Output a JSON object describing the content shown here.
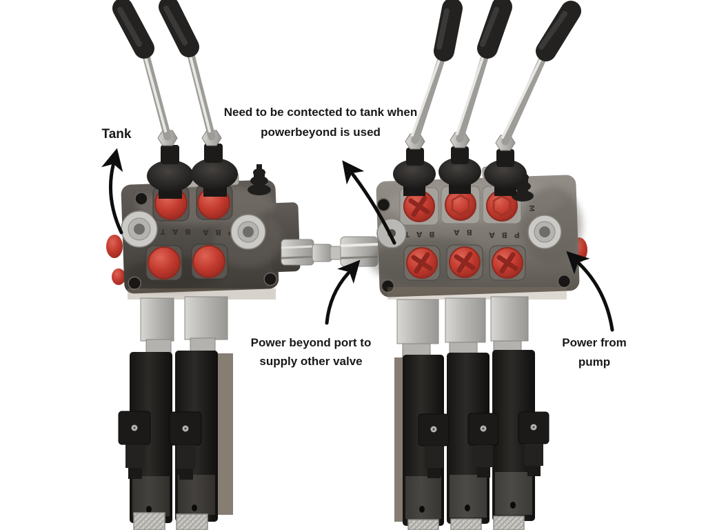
{
  "figure": {
    "annotations": {
      "tank": {
        "text": "Tank"
      },
      "tank_connection": {
        "text": "Need to be contected to tank when powerbeyond is used",
        "lines": [
          "Need to be contected to tank when",
          "powerbeyond is used"
        ]
      },
      "power_beyond": {
        "text": "Power beyond port to supply other valve",
        "lines": [
          "Power beyond port to",
          "supply other valve"
        ]
      },
      "power_from_pump": {
        "text": "Power from pump",
        "lines": [
          "Power from",
          "pump"
        ]
      }
    },
    "left_valve": {
      "spool_count": 2,
      "port_markings": [
        "B A T",
        "P B A"
      ]
    },
    "right_valve": {
      "spool_count": 3,
      "port_markings": [
        "B A T",
        "B A",
        "P B A"
      ],
      "side_marking": "M"
    },
    "colors": {
      "bg": "#ffffff",
      "ink": "#181818",
      "arrow": "#0e0e0e",
      "red": "#c23a2e",
      "bodyDark": "#4e4a46",
      "bodyLight": "#8a857e",
      "chrome": "#c9c8c4",
      "silver": "#c7c6c2",
      "solenoid": "#1e1c1a",
      "marking": "#2e2b28"
    }
  }
}
